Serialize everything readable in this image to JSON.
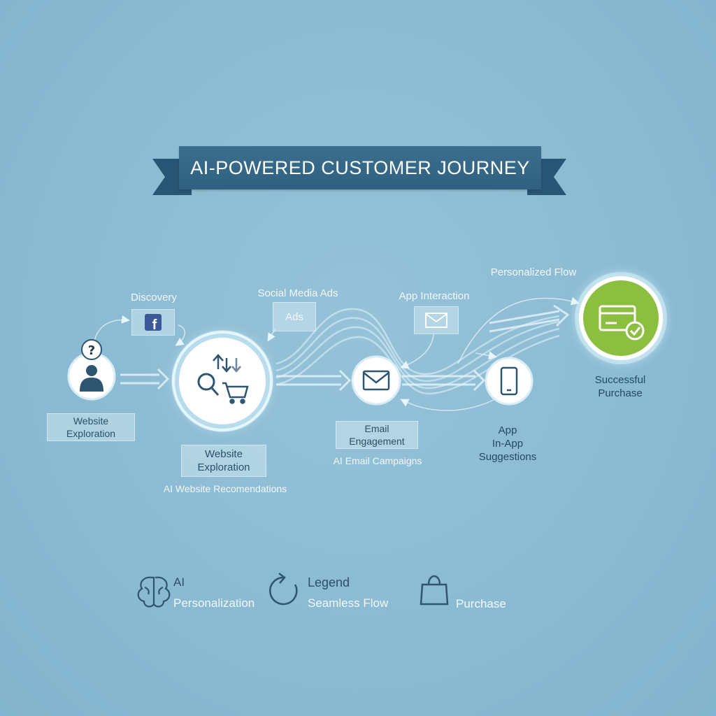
{
  "title": "AI-POWERED CUSTOMER JOURNEY",
  "labels": {
    "discovery": "Discovery",
    "social_media_ads": "Social Media Ads",
    "ads": "Ads",
    "app_interaction": "App Interaction",
    "personalized_flow": "Personalized Flow",
    "successful_purchase_1": "Successful",
    "successful_purchase_2": "Purchase",
    "website_exploration_left_1": "Website",
    "website_exploration_left_2": "Exploration",
    "website_exploration_mid_1": "Website",
    "website_exploration_mid_2": "Exploration",
    "ai_website_recommendations": "AI Website Recomendations",
    "email_engagement_1": "Email",
    "email_engagement_2": "Engagement",
    "ai_email_campaigns": "AI Email Campaigns",
    "app_1": "App",
    "app_2": "In-App",
    "app_3": "Suggestions"
  },
  "legend": {
    "ai_1": "AI",
    "ai_2": "Personalization",
    "legend_1": "Legend",
    "legend_2": "Seamless Flow",
    "purchase": "Purchase"
  },
  "colors": {
    "background": "#8bbbd3",
    "ribbon": "#2f6080",
    "node_fill": "#ffffff",
    "icon": "#2e5670",
    "purchase_node": "#8cbf3f",
    "glow": "#d9f3ff"
  },
  "icons": [
    "question-icon",
    "person-icon",
    "facebook-icon",
    "search-icon",
    "cart-icon",
    "arrows-icon",
    "mail-icon",
    "phone-icon",
    "credit-card-icon",
    "check-icon",
    "brain-icon",
    "cycle-icon",
    "bag-icon"
  ]
}
